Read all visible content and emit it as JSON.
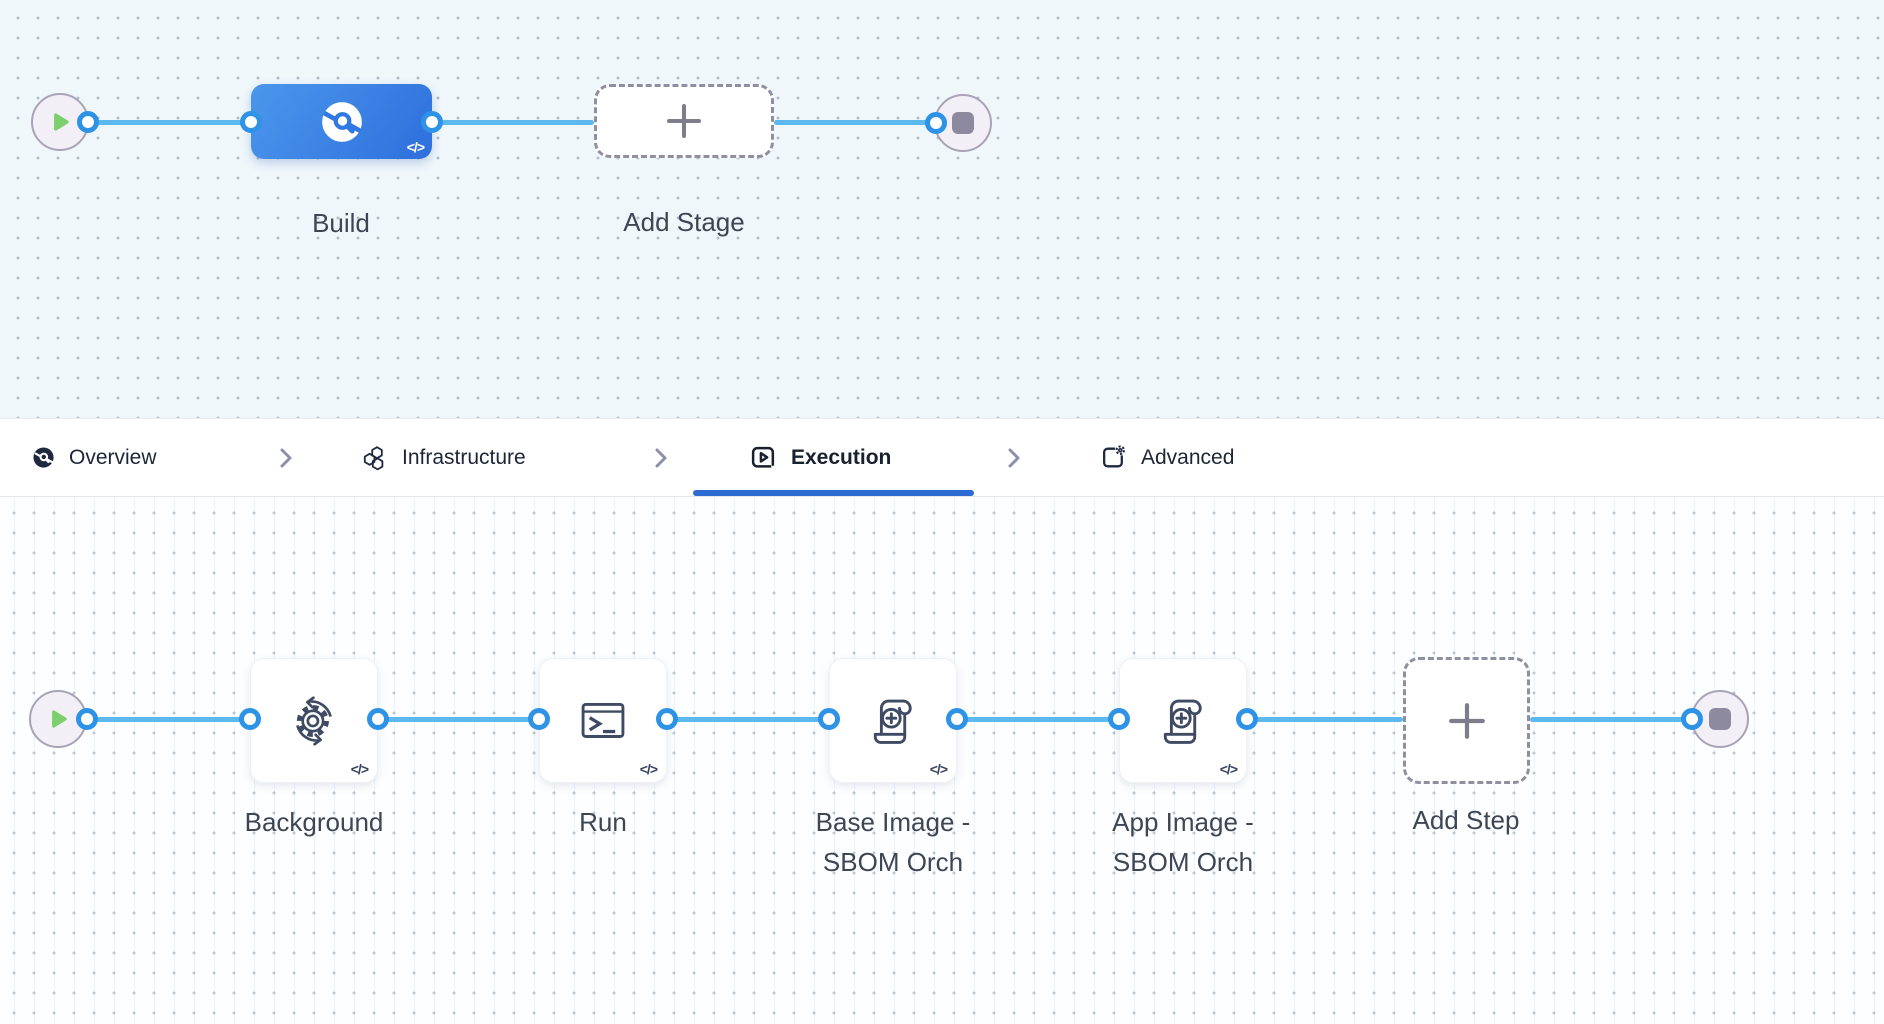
{
  "stage_canvas": {
    "stage_label": "Build",
    "add_stage_label": "Add Stage",
    "code_icon_label": "</>"
  },
  "tab_bar": {
    "tabs": [
      {
        "label": "Overview",
        "icon": "ci-circle-icon",
        "active": false
      },
      {
        "label": "Infrastructure",
        "icon": "hexagons-icon",
        "active": false
      },
      {
        "label": "Execution",
        "icon": "play-square-icon",
        "active": true
      },
      {
        "label": "Advanced",
        "icon": "gear-square-icon",
        "active": false
      }
    ],
    "active_tab": "Execution"
  },
  "step_canvas": {
    "steps": [
      {
        "label": "Background",
        "icon": "gear-sync-icon"
      },
      {
        "label": "Run",
        "icon": "terminal-icon"
      },
      {
        "label": "Base Image - SBOM Orch",
        "icon": "scroll-plus-icon"
      },
      {
        "label": "App Image - SBOM Orch",
        "icon": "scroll-plus-icon"
      }
    ],
    "add_step_label": "Add Step",
    "code_icon_label": "</>"
  },
  "colors": {
    "connector_blue": "#5cb9ef",
    "port_ring_blue": "#2e93e6",
    "stage_gradient_start": "#4b97ec",
    "stage_gradient_end": "#2e6fdd",
    "active_tab_underline": "#2d6bd3",
    "play_green": "#7ccf6d",
    "canvas_top_bg": "#f0f7fb",
    "canvas_bottom_bg": "#fdfeff",
    "label_text": "#3e4553"
  }
}
